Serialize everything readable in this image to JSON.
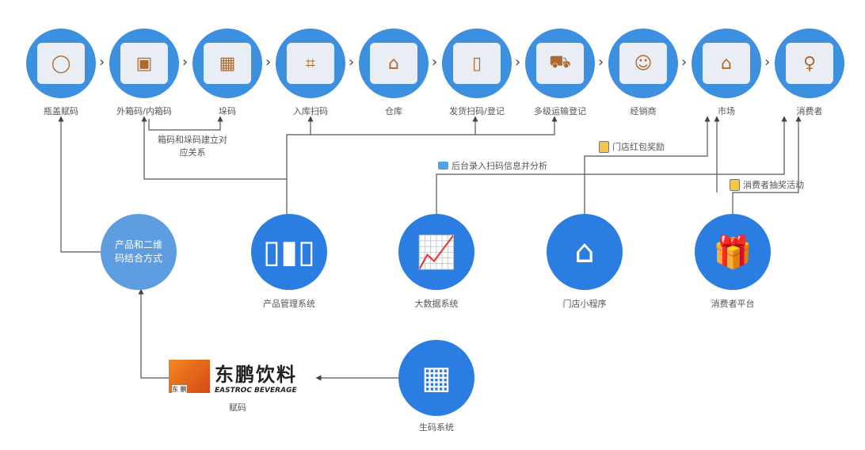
{
  "steps": [
    {
      "label": "瓶盖赋码",
      "icon": "bottle-cap-icon",
      "glyph": "◯"
    },
    {
      "label": "外箱码/内箱码",
      "icon": "box-icon",
      "glyph": "▣"
    },
    {
      "label": "垛码",
      "icon": "pallet-icon",
      "glyph": "▦"
    },
    {
      "label": "入库扫码",
      "icon": "scan-qr-icon",
      "glyph": "⌗"
    },
    {
      "label": "仓库",
      "icon": "warehouse-icon",
      "glyph": "⌂"
    },
    {
      "label": "发货扫码/登记",
      "icon": "phone-scan-icon",
      "glyph": "▯"
    },
    {
      "label": "多级运输登记",
      "icon": "truck-icon",
      "glyph": "⛟"
    },
    {
      "label": "经销商",
      "icon": "dealers-icon",
      "glyph": "☺"
    },
    {
      "label": "市场",
      "icon": "market-icon",
      "glyph": "⌂"
    },
    {
      "label": "消费者",
      "icon": "consumer-icon",
      "glyph": "♀"
    }
  ],
  "notes": {
    "box_pallet": "箱码和垛码建立对应关系",
    "backend": "后台录入扫码信息并分析",
    "store_reward": "门店红包奖励",
    "consumer_lottery": "消费者抽奖活动"
  },
  "systems": {
    "combo": "产品和二维码结合方式",
    "product_mgmt": "产品管理系统",
    "big_data": "大数据系统",
    "store_app": "门店小程序",
    "consumer_platform": "消费者平台",
    "code_gen": "生码系统"
  },
  "brand": {
    "cn": "东鹏饮料",
    "en": "EASTROC BEVERAGE",
    "small": "东 鹏",
    "caption": "赋码"
  },
  "colors": {
    "primary": "#2b7de1",
    "light": "#5e9de0",
    "line": "#555555"
  }
}
